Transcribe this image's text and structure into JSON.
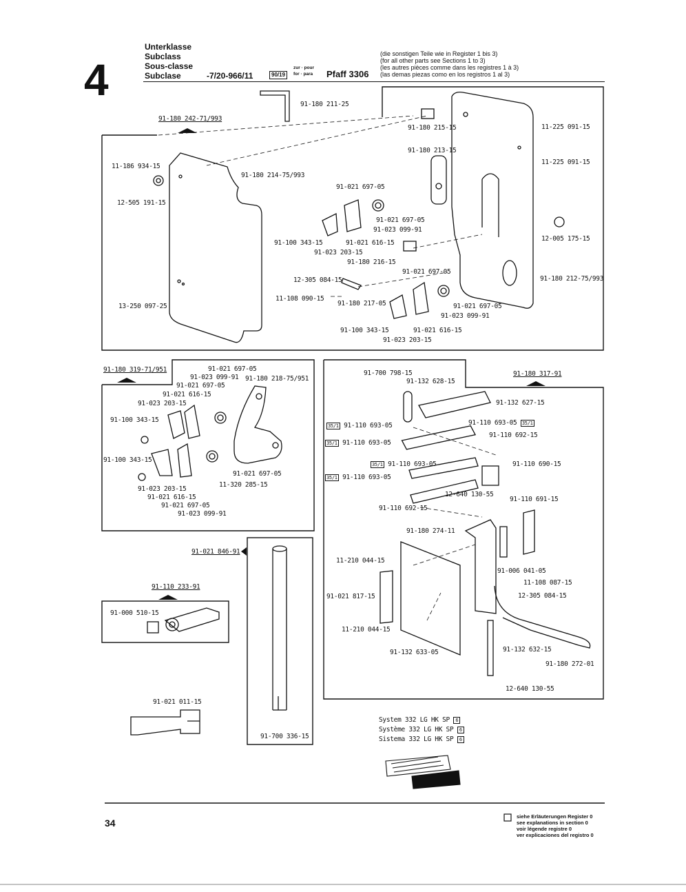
{
  "header": {
    "section_number": "4",
    "class_labels": [
      "Unterklasse",
      "Subclass",
      "Sous-classe",
      "Subclase"
    ],
    "class_code": "-7/20-966/11",
    "code_badge": "90/19",
    "preposition": [
      "zur · pour",
      "for · para"
    ],
    "model": "Pfaff 3306",
    "notes": [
      "(die sonstigen Teile wie in Register 1 bis 3)",
      "(for all other parts see Sections 1 to 3)",
      "(les autres pièces comme dans les registres 1 à 3)",
      "(las demas piezas como en los registros 1 al 3)"
    ]
  },
  "group1": {
    "assembly_label": "91-180 242-71/993",
    "parts": [
      "91-180 211-25",
      "91-180 215-15",
      "91-180 213-15",
      "11-225 091-15",
      "11-225 091-15",
      "11-186 934-15",
      "91-180 214-75/993",
      "12-505 191-15",
      "91-021 697-05",
      "91-021 697-05",
      "91-023 099-91",
      "91-100 343-15",
      "91-021 616-15",
      "91-023 203-15",
      "91-180 216-15",
      "12-005 175-15",
      "12-305 084-15",
      "91-021 697-05",
      "91-180 212-75/993",
      "11-108 090-15",
      "91-180 217-05",
      "13-250 097-25",
      "91-021 697-05",
      "91-023 099-91",
      "91-100 343-15",
      "91-021 616-15",
      "91-023 203-15"
    ]
  },
  "group2": {
    "assembly_label": "91-180 319-71/951",
    "parts": [
      "91-021 697-05",
      "91-023 099-91",
      "91-180 218-75/951",
      "91-021 697-05",
      "91-021 616-15",
      "91-023 203-15",
      "91-100 343-15",
      "91-100 343-15",
      "91-021 697-05",
      "11-320 285-15",
      "91-023 203-15",
      "91-021 616-15",
      "91-021 697-05",
      "91-023 099-91"
    ]
  },
  "group3": {
    "assembly_label": "91-180 317-91",
    "badge": "35/1",
    "parts": [
      "91-700 798-15",
      "91-132 628-15",
      "91-132 627-15",
      "91-110 693-05",
      "91-110 693-05",
      "91-110 692-15",
      "91-110 693-05",
      "91-110 693-05",
      "91-110 690-15",
      "91-110 693-05",
      "12-640 130-55",
      "91-110 691-15",
      "91-110 692-15",
      "91-180 274-11",
      "11-210 044-15",
      "91-006 041-05",
      "11-108 087-15",
      "91-021 817-15",
      "12-305 084-15",
      "11-210 044-15",
      "91-132 633-05",
      "91-132 632-15",
      "91-180 272-01",
      "12-640 130-55"
    ]
  },
  "group4": {
    "label": "91-021 846-91",
    "part": "91-700 336-15"
  },
  "group5": {
    "assembly_label": "91-110 233-91",
    "part": "91-000 510-15"
  },
  "group6": {
    "part": "91-021 011-15"
  },
  "system_lines": [
    "System 332 LG HK SP",
    "Système 332 LG HK SP",
    "Sistema 332 LG HK SP"
  ],
  "system_badge": "6",
  "footer": {
    "page_number": "34",
    "legend": [
      "siehe Erläuterungen Register 0",
      "see explanations in section 0",
      "voir légende registre 0",
      "ver explicaciones del registro 0"
    ]
  }
}
